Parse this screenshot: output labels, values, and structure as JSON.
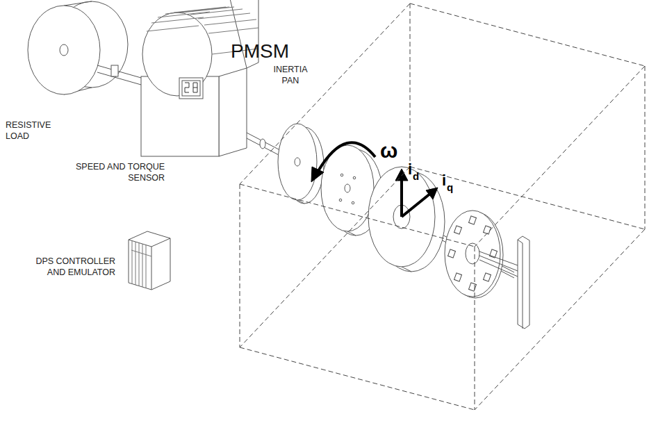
{
  "diagram": {
    "nodes": [
      {
        "text": [
          "PMSM"
        ]
      }
    ],
    "labels": [
      "RESISTIVE LOAD",
      "SPEED AND TORQUE SENSOR",
      "INERTIA PAN",
      "DPS CONTROLLER AND EMULATOR",
      "ω",
      "i",
      "d",
      "i",
      "q"
    ]
  }
}
